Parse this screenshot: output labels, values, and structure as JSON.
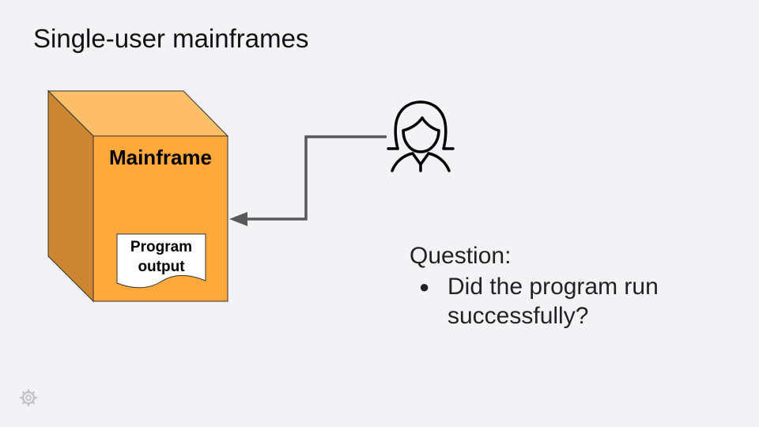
{
  "slide": {
    "title": "Single-user mainframes"
  },
  "diagram": {
    "mainframe_label": "Mainframe",
    "document_label_line1": "Program",
    "document_label_line2": "output",
    "user_icon": "person-icon",
    "arrow_direction": "user-to-mainframe"
  },
  "question": {
    "heading": "Question:",
    "bullets": [
      "Did the program run successfully?"
    ]
  },
  "logo": {
    "icon": "gear-logo-icon"
  },
  "colors": {
    "background": "#f3f3f6",
    "box_front": "#ffa83c",
    "box_top": "#ffbe68",
    "box_side": "#cc8631",
    "arrow": "#595959"
  }
}
